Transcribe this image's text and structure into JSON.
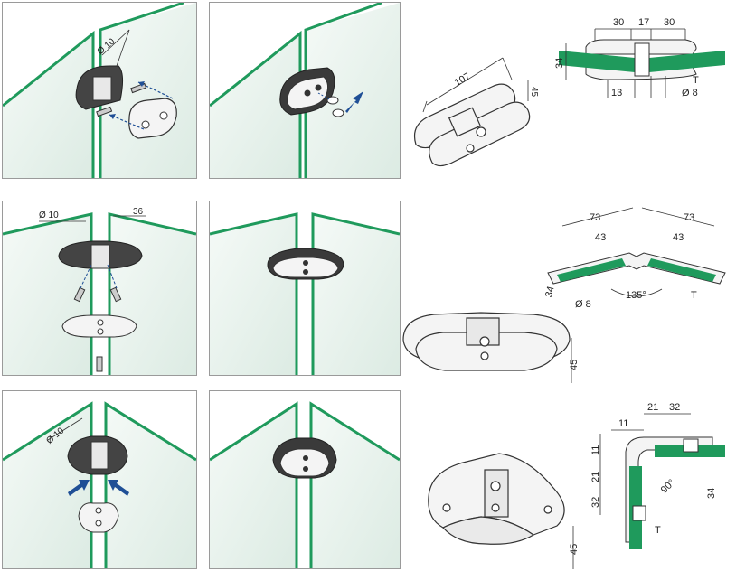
{
  "colors": {
    "glass_edge": "#1f9a5c",
    "glass_fill": "#e9f3ee",
    "arrow": "#1f4f96",
    "metal": "#f4f4f4",
    "line": "#333333"
  },
  "row1": {
    "install_dim_diameter": "Ø 10",
    "drawing": {
      "length": "107",
      "height": "45",
      "top_a": "30",
      "top_b": "17",
      "top_c": "30",
      "side_h": "34",
      "gap": "13",
      "bolt": "Ø 8",
      "thickness": "T"
    }
  },
  "row2": {
    "install_dim_diameter": "Ø 10",
    "install_dim_width": "36",
    "drawing": {
      "len_left": "73",
      "len_right": "73",
      "inner_left": "43",
      "inner_right": "43",
      "side_h": "34",
      "bolt": "Ø 8",
      "angle": "135°",
      "thickness": "T",
      "height": "45"
    }
  },
  "row3": {
    "install_dim_diameter": "Ø 10",
    "drawing": {
      "top_a": "21",
      "top_b": "32",
      "left_offset": "11",
      "v_a": "11",
      "v_b": "21",
      "v_c": "32",
      "angle": "90°",
      "side_h": "34",
      "thickness": "T",
      "height": "45"
    }
  }
}
